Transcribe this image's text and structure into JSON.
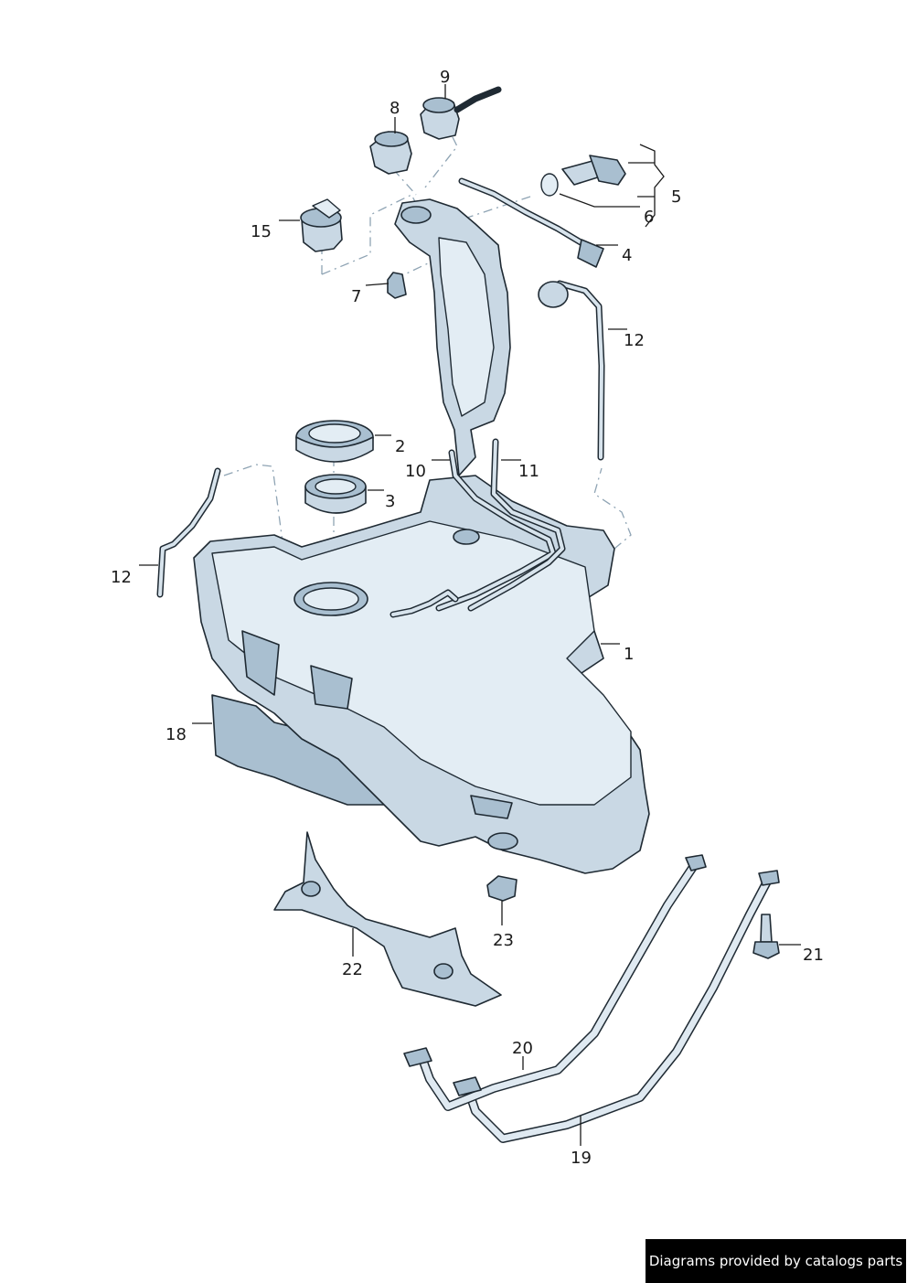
{
  "callouts": [
    {
      "id": "1",
      "label": "1"
    },
    {
      "id": "2",
      "label": "2"
    },
    {
      "id": "3",
      "label": "3"
    },
    {
      "id": "4",
      "label": "4"
    },
    {
      "id": "5",
      "label": "5"
    },
    {
      "id": "6",
      "label": "6"
    },
    {
      "id": "7",
      "label": "7"
    },
    {
      "id": "8",
      "label": "8"
    },
    {
      "id": "9",
      "label": "9"
    },
    {
      "id": "10",
      "label": "10"
    },
    {
      "id": "11",
      "label": "11"
    },
    {
      "id": "12a",
      "label": "12"
    },
    {
      "id": "12b",
      "label": "12"
    },
    {
      "id": "15",
      "label": "15"
    },
    {
      "id": "18",
      "label": "18"
    },
    {
      "id": "19",
      "label": "19"
    },
    {
      "id": "20",
      "label": "20"
    },
    {
      "id": "21",
      "label": "21"
    },
    {
      "id": "22",
      "label": "22"
    },
    {
      "id": "23",
      "label": "23"
    }
  ],
  "credit": "Diagrams provided by catalogs parts",
  "colors": {
    "part_fill": "#c9d8e4",
    "outline": "#1f2a33",
    "credit_bg": "#000000",
    "credit_text": "#ffffff"
  }
}
